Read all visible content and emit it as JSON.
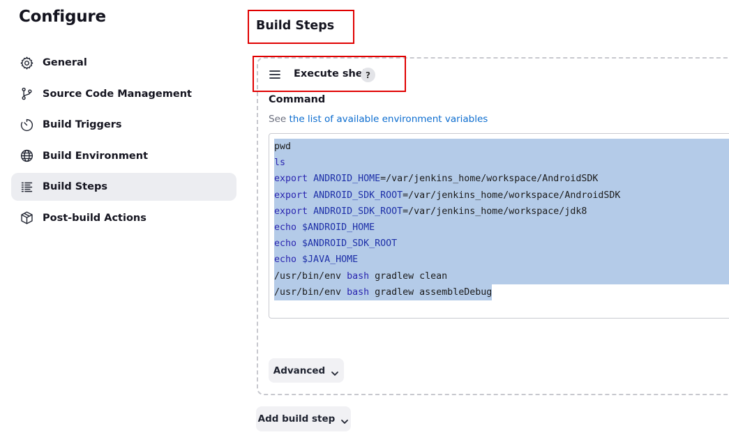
{
  "page": {
    "title": "Configure"
  },
  "sidebar": {
    "items": [
      {
        "label": "General",
        "icon": "gear-icon",
        "active": false
      },
      {
        "label": "Source Code Management",
        "icon": "branch-icon",
        "active": false
      },
      {
        "label": "Build Triggers",
        "icon": "timer-icon",
        "active": false
      },
      {
        "label": "Build Environment",
        "icon": "globe-icon",
        "active": false
      },
      {
        "label": "Build Steps",
        "icon": "list-icon",
        "active": true
      },
      {
        "label": "Post-build Actions",
        "icon": "package-icon",
        "active": false
      }
    ]
  },
  "section": {
    "title": "Build Steps",
    "step": {
      "name": "Execute shell",
      "help": "?",
      "command_label": "Command",
      "desc_prefix": "See ",
      "desc_link": "the list of available environment variables",
      "advanced_label": "Advanced"
    },
    "add_step_label": "Add build step"
  },
  "code": {
    "lines": [
      "pwd",
      "ls",
      "export ANDROID_HOME=/var/jenkins_home/workspace/AndroidSDK",
      "export ANDROID_SDK_ROOT=/var/jenkins_home/workspace/AndroidSDK",
      "export ANDROID_SDK_ROOT=/var/jenkins_home/workspace/jdk8",
      "echo $ANDROID_HOME",
      "echo $ANDROID_SDK_ROOT",
      "echo $JAVA_HOME",
      "/usr/bin/env bash gradlew clean",
      "/usr/bin/env bash gradlew assembleDebug"
    ]
  },
  "colors": {
    "highlight": "#e00000",
    "link": "#0b6ccf",
    "selection": "#b4cbe8"
  }
}
